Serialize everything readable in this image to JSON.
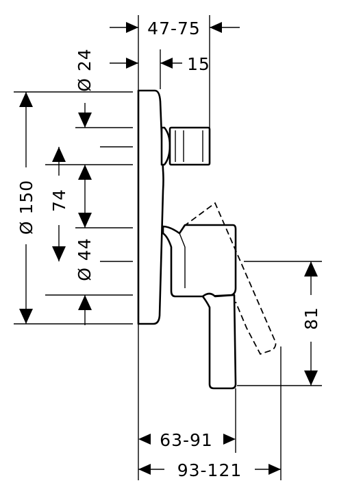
{
  "diagram": {
    "dimensions": {
      "top_width": "47-75",
      "top_offset": "15",
      "diameter_24": "Ø 24",
      "diameter_150": "Ø 150",
      "spacing_74": "74",
      "diameter_44": "Ø 44",
      "height_81": "81",
      "depth_63_91": "63-91",
      "depth_93_121": "93-121"
    }
  }
}
